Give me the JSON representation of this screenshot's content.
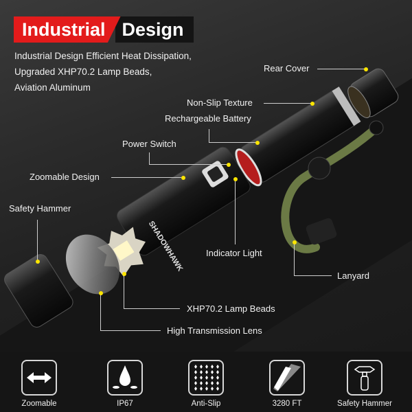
{
  "header": {
    "title_part1": "Industrial",
    "title_part2": "Design",
    "description": [
      "Industrial Design Efficient Heat Dissipation,",
      "Upgraded XHP70.2 Lamp Beads,",
      "Aviation Aluminum"
    ]
  },
  "callouts": {
    "rear_cover": "Rear Cover",
    "non_slip_texture": "Non-Slip Texture",
    "rechargeable_battery": "Rechargeable Battery",
    "power_switch": "Power Switch",
    "zoomable_design": "Zoomable Design",
    "safety_hammer": "Safety Hammer",
    "indicator_light": "Indicator Light",
    "lanyard": "Lanyard",
    "lamp_beads": "XHP70.2 Lamp Beads",
    "lens": "High Transmission Lens"
  },
  "product": {
    "brand_mark": "SHADOWHAWK"
  },
  "features": [
    {
      "label": "Zoomable",
      "icon": "double-arrow-icon"
    },
    {
      "label": "IP67",
      "icon": "water-drop-icon"
    },
    {
      "label": "Anti-Slip",
      "icon": "diamond-grid-icon"
    },
    {
      "label": "3280 FT",
      "icon": "light-beam-icon"
    },
    {
      "label": "Safety Hammer",
      "icon": "hammer-icon"
    }
  ],
  "colors": {
    "accent_red": "#e31b1b",
    "dot_yellow": "#ffe600",
    "lanyard_green": "#6b7a45",
    "background": "#1c1c1c"
  }
}
